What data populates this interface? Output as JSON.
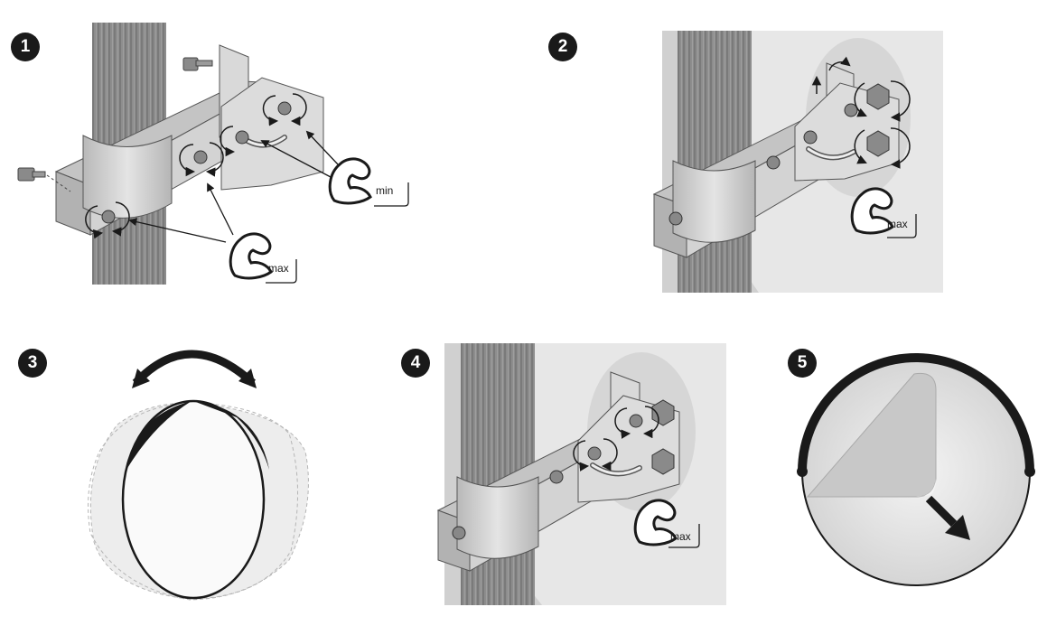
{
  "steps": {
    "s1": {
      "number": "1",
      "labels": {
        "min": "min",
        "max": "max"
      }
    },
    "s2": {
      "number": "2",
      "labels": {
        "max": "max"
      }
    },
    "s3": {
      "number": "3"
    },
    "s4": {
      "number": "4",
      "labels": {
        "max": "max"
      }
    },
    "s5": {
      "number": "5"
    }
  },
  "icons": [
    "flexed-arm-icon",
    "rotate-arrow-icon",
    "bolt-icon",
    "pole-icon",
    "mirror-icon",
    "peel-arrow-icon"
  ],
  "colors": {
    "badge": "#1a1a1a",
    "pole": "#8a8a8a",
    "bracket": "#c9c9c9",
    "panel": "#e6e6e6",
    "mirror_rim": "#1a1a1a"
  }
}
